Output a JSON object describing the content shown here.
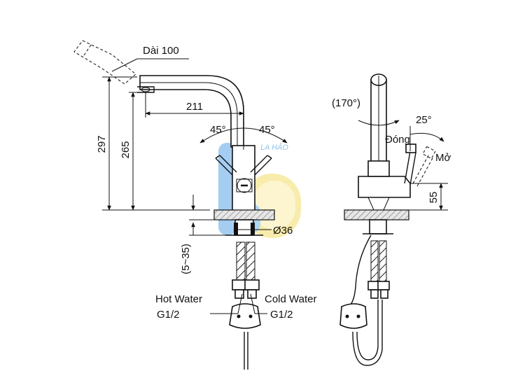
{
  "dimensions": {
    "spray_length": "Dài 100",
    "reach": "211",
    "height_total": "297",
    "height_spout": "265",
    "angle_left": "45°",
    "angle_right": "45°",
    "base_diameter": "Ø36",
    "deck_thickness": "(5~35)",
    "rotation": "(170°)",
    "lever_angle": "25°",
    "lever_height": "55"
  },
  "labels": {
    "closed": "Đóng",
    "open": "Mở",
    "hot_water": "Hot Water",
    "hot_thread": "G1/2",
    "cold_water": "Cold Water",
    "cold_thread": "G1/2"
  },
  "watermark": {
    "text": "LA HẢO",
    "colors": [
      "#3a8fd8",
      "#f2d64a"
    ]
  }
}
